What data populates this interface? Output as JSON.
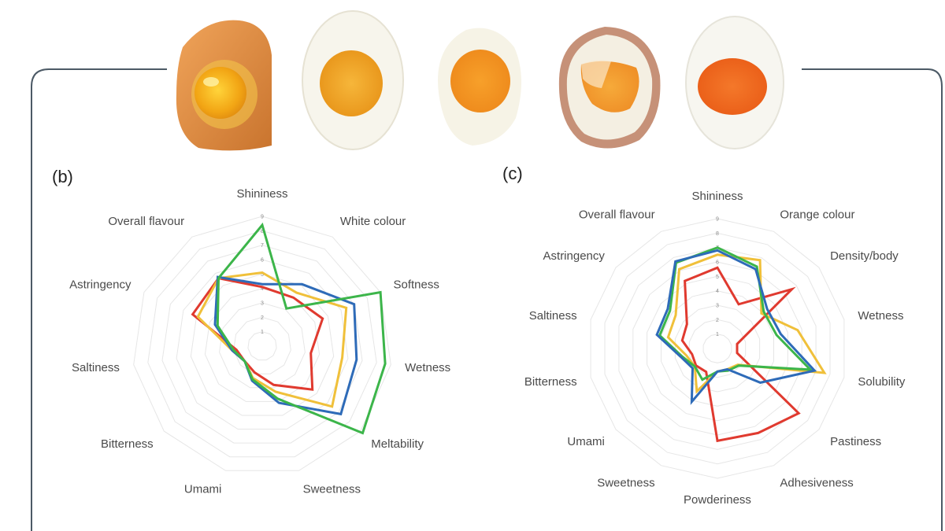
{
  "colors": {
    "series1": "#e03a2f",
    "series2": "#f0c03a",
    "series3": "#2e6bb8",
    "series4": "#3cb54a",
    "frame": "#4c5a66",
    "grid": "#e6e6e6"
  },
  "eggs": [
    "egg-raw-in-shell",
    "egg-hard-boiled",
    "egg-medium-boiled",
    "egg-soft-boiled",
    "egg-jammy-boiled"
  ],
  "panels": {
    "b": "(b)",
    "c": "(c)"
  },
  "chart_data": [
    {
      "type": "radar",
      "panel": "(b)",
      "rlim": [
        1,
        9
      ],
      "ticks": [
        "1",
        "2",
        "3",
        "4",
        "5",
        "6",
        "7",
        "8",
        "9"
      ],
      "axes": [
        "Shininess",
        "White colour",
        "Softness",
        "Wetness",
        "Meltability",
        "Sweetness",
        "Umami",
        "Bitterness",
        "Saltiness",
        "Astringency",
        "Overall flavour"
      ],
      "series": [
        {
          "color": "#e03a2f",
          "values": [
            4.1,
            4.0,
            4.6,
            3.4,
            4.6,
            2.8,
            1.9,
            1.6,
            1.8,
            5.3,
            5.6
          ]
        },
        {
          "color": "#f0c03a",
          "values": [
            5.1,
            4.4,
            6.4,
            5.6,
            6.4,
            3.3,
            2.3,
            1.6,
            2.1,
            4.9,
            5.6
          ]
        },
        {
          "color": "#2e6bb8",
          "values": [
            4.3,
            5.1,
            7.0,
            6.6,
            7.2,
            4.1,
            2.5,
            1.6,
            2.1,
            3.6,
            5.7
          ]
        },
        {
          "color": "#3cb54a",
          "values": [
            8.4,
            3.1,
            9.0,
            8.6,
            9.2,
            3.8,
            2.4,
            1.6,
            2.0,
            3.4,
            5.6
          ]
        }
      ]
    },
    {
      "type": "radar",
      "panel": "(c)",
      "rlim": [
        1,
        9
      ],
      "ticks": [
        "1",
        "2",
        "3",
        "4",
        "5",
        "6",
        "7",
        "8",
        "9"
      ],
      "axes": [
        "Shininess",
        "Orange colour",
        "Density/body",
        "Wetness",
        "Solubility",
        "Pastiness",
        "Adhesiveness",
        "Powderiness",
        "Sweetness",
        "Umami",
        "Bitterness",
        "Saltiness",
        "Astringency",
        "Overall flavour"
      ],
      "series": [
        {
          "color": "#e03a2f",
          "values": [
            5.6,
            3.4,
            6.6,
            1.4,
            1.4,
            7.2,
            6.5,
            6.4,
            1.8,
            1.9,
            1.8,
            2.5,
            2.7,
            5.2
          ]
        },
        {
          "color": "#f0c03a",
          "values": [
            6.5,
            6.8,
            3.9,
            5.7,
            7.6,
            1.8,
            1.6,
            1.6,
            3.3,
            2.0,
            2.2,
            3.5,
            3.7,
            6.1
          ]
        },
        {
          "color": "#3cb54a",
          "values": [
            7.0,
            6.3,
            4.1,
            4.2,
            6.6,
            1.9,
            1.7,
            1.6,
            2.4,
            2.0,
            2.5,
            4.1,
            4.2,
            6.6
          ]
        },
        {
          "color": "#2e6bb8",
          "values": [
            6.8,
            6.1,
            4.4,
            4.5,
            6.9,
            3.8,
            1.6,
            1.6,
            4.1,
            2.2,
            2.6,
            4.3,
            4.4,
            6.7
          ]
        }
      ]
    }
  ]
}
